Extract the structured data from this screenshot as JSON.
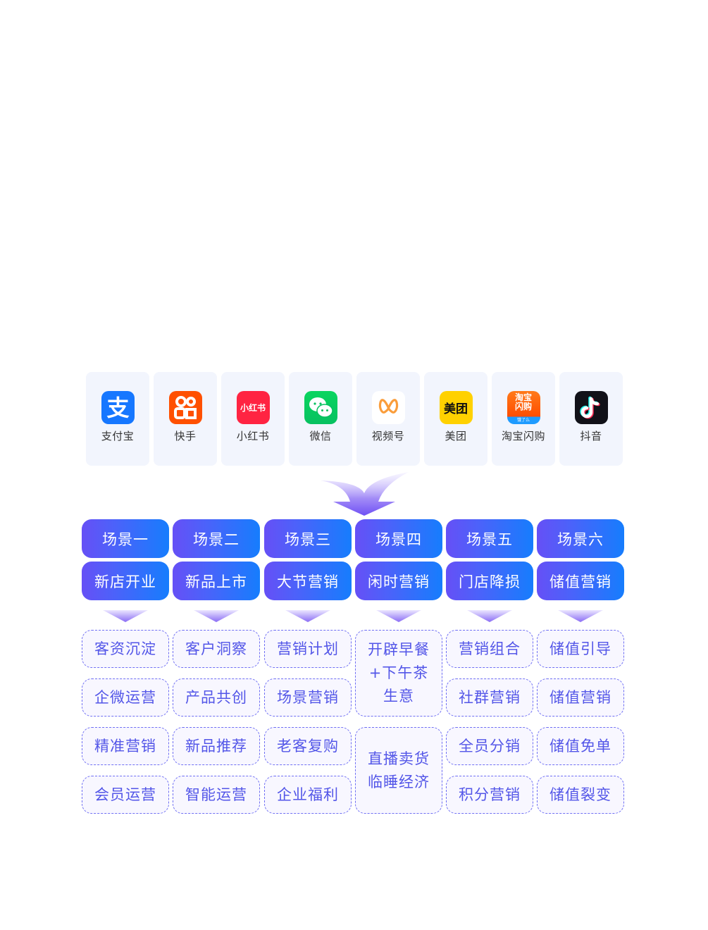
{
  "platforms": [
    {
      "name": "支付宝",
      "icon": "alipay-icon",
      "color": "#1677ff"
    },
    {
      "name": "快手",
      "icon": "kuaishou-icon",
      "color": "#ff5000"
    },
    {
      "name": "小红书",
      "icon": "xiaohongshu-icon",
      "color": "#ff2442",
      "logo_text": "小红书"
    },
    {
      "name": "微信",
      "icon": "wechat-icon",
      "color": "#07c160"
    },
    {
      "name": "视频号",
      "icon": "channels-icon",
      "color": "#fa9d3b"
    },
    {
      "name": "美团",
      "icon": "meituan-icon",
      "color": "#ffd100",
      "logo_text": "美团"
    },
    {
      "name": "淘宝闪购",
      "icon": "taobao-flash-icon",
      "color": "#ff5a00",
      "logo_text": "淘宝闪购",
      "logo_sub": "饿了么"
    },
    {
      "name": "抖音",
      "icon": "douyin-icon",
      "color": "#111118"
    }
  ],
  "columns": [
    {
      "scene": "场景一",
      "theme": "新店开业",
      "tags": [
        "客资沉淀",
        "企微运营",
        "精准营销",
        "会员运营"
      ]
    },
    {
      "scene": "场景二",
      "theme": "新品上市",
      "tags": [
        "客户洞察",
        "产品共创",
        "新品推荐",
        "智能运营"
      ]
    },
    {
      "scene": "场景三",
      "theme": "大节营销",
      "tags": [
        "营销计划",
        "场景营销",
        "老客复购",
        "企业福利"
      ]
    },
    {
      "scene": "场景四",
      "theme": "闲时营销",
      "tall_tags": [
        [
          "开辟早餐",
          "+下午茶",
          "生意"
        ],
        [
          "直播卖货",
          "临睡经济"
        ]
      ]
    },
    {
      "scene": "场景五",
      "theme": "门店降损",
      "tags": [
        "营销组合",
        "社群营销",
        "全员分销",
        "积分营销"
      ]
    },
    {
      "scene": "场景六",
      "theme": "储值营销",
      "tags": [
        "储值引导",
        "储值营销",
        "储值免单",
        "储值裂变"
      ]
    }
  ],
  "colors": {
    "accent_start": "#6650f6",
    "accent_end": "#167dfd",
    "tag_text": "#5356e8",
    "tag_border": "#6f6ff3",
    "card_bg": "#f2f5fd"
  }
}
